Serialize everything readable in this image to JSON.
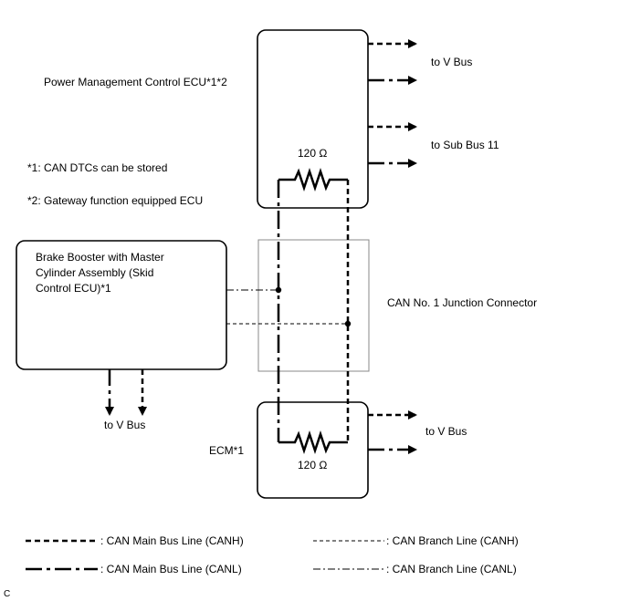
{
  "labels": {
    "pmc_ecu": "Power Management Control ECU*1*2",
    "note1": "*1: CAN DTCs can be stored",
    "note2": "*2: Gateway function equipped ECU",
    "brake_line1": "Brake Booster with Master",
    "brake_line2": "Cylinder Assembly (Skid",
    "brake_line3": "Control ECU)*1",
    "junction": "CAN No. 1 Junction Connector",
    "ecm": "ECM*1",
    "to_v_bus_top": "to V Bus",
    "to_sub_bus": "to Sub Bus 11",
    "to_v_bus_brake": "to V Bus",
    "to_v_bus_ecm": "to V Bus",
    "resistor_top": "120 Ω",
    "resistor_bottom": "120 Ω",
    "corner_mark": "C"
  },
  "legend": {
    "main_canh": ": CAN Main Bus Line (CANH)",
    "main_canl": ": CAN Main Bus Line (CANL)",
    "branch_canh": ": CAN Branch Line (CANH)",
    "branch_canl": ": CAN Branch Line (CANL)"
  }
}
